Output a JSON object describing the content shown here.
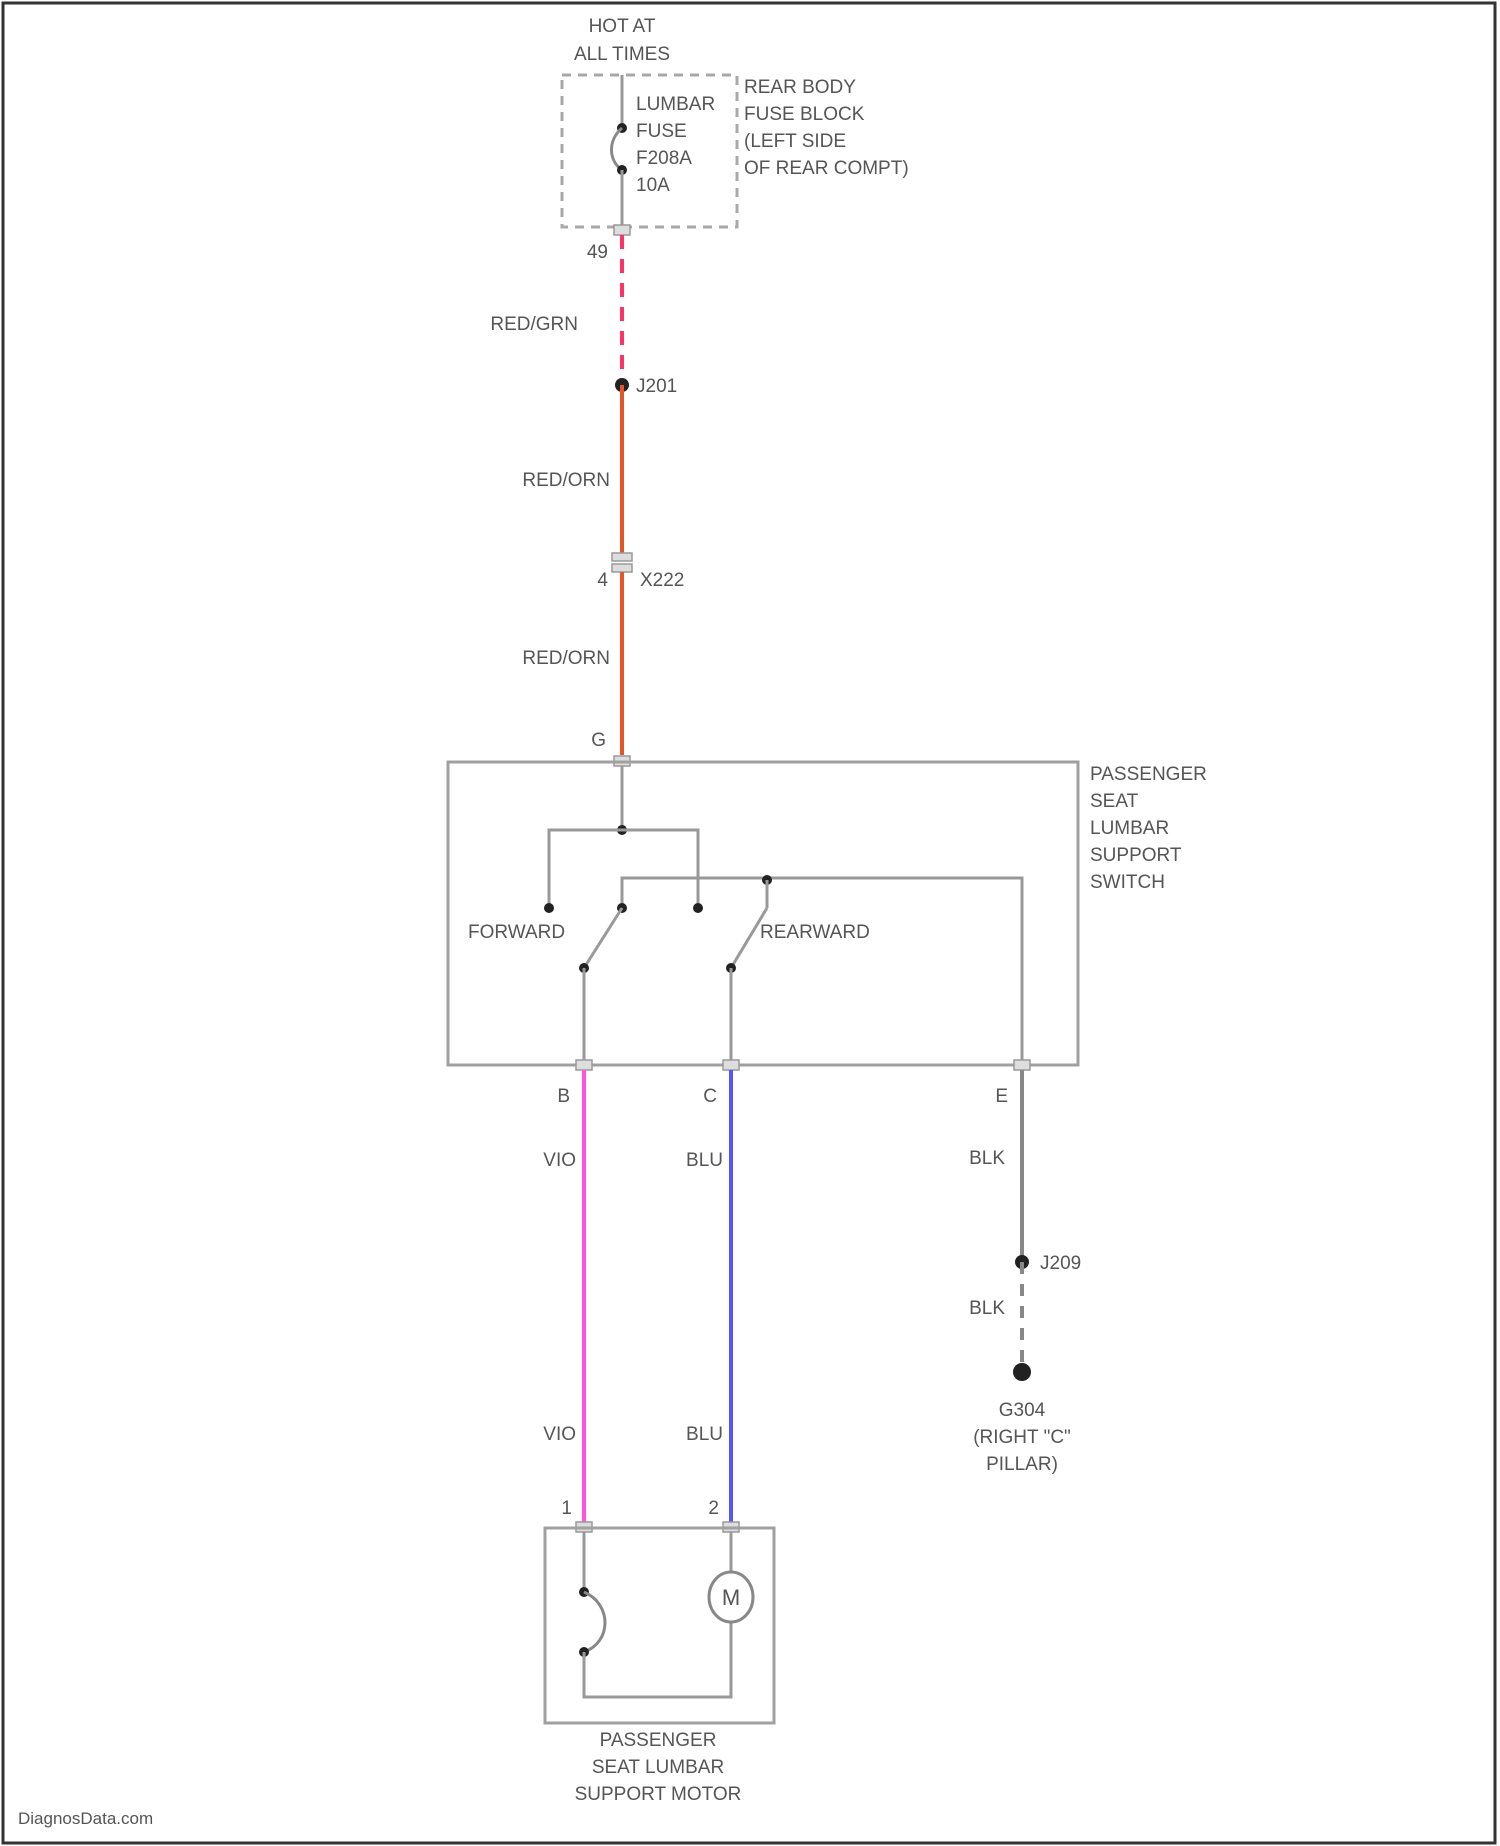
{
  "source": {
    "label": "HOT AT ALL TIMES",
    "lines": [
      "HOT AT",
      "ALL TIMES"
    ]
  },
  "fuse": {
    "lines": [
      "LUMBAR",
      "FUSE",
      "F208A",
      "10A"
    ]
  },
  "fuse_block": {
    "lines": [
      "REAR BODY",
      "FUSE BLOCK",
      "(LEFT SIDE",
      "OF REAR COMPT)"
    ]
  },
  "pins": {
    "fuse_out": "49",
    "x222": "4",
    "switch_in": "G",
    "switch_b": "B",
    "switch_c": "C",
    "switch_e": "E",
    "motor_1": "1",
    "motor_2": "2"
  },
  "splices": {
    "j201": "J201",
    "j209": "J209"
  },
  "connectors": {
    "x222": "X222"
  },
  "wires": [
    {
      "id": "w1",
      "label": "RED/GRN",
      "color": "#ff3366"
    },
    {
      "id": "w2",
      "label": "RED/ORN",
      "color": "#e2562a"
    },
    {
      "id": "w3",
      "label": "RED/ORN",
      "color": "#e2562a"
    },
    {
      "id": "w4",
      "label": "VIO",
      "color": "#ff55dd"
    },
    {
      "id": "w5",
      "label": "BLU",
      "color": "#5555ff"
    },
    {
      "id": "w6",
      "label": "BLK",
      "color": "#888888"
    },
    {
      "id": "w7",
      "label": "BLK",
      "color": "#888888"
    }
  ],
  "wire_labels": {
    "red_grn": "RED/GRN",
    "red_orn_1": "RED/ORN",
    "red_orn_2": "RED/ORN",
    "vio_top": "VIO",
    "vio_bottom": "VIO",
    "blu_top": "BLU",
    "blu_bottom": "BLU",
    "blk_top": "BLK",
    "blk_bottom": "BLK"
  },
  "switch": {
    "lines": [
      "PASSENGER",
      "SEAT",
      "LUMBAR",
      "SUPPORT",
      "SWITCH"
    ],
    "forward": "FORWARD",
    "rearward": "REARWARD"
  },
  "ground": {
    "lines": [
      "G304",
      "(RIGHT \"C\"",
      "PILLAR)"
    ]
  },
  "motor": {
    "symbol": "M",
    "lines": [
      "PASSENGER",
      "SEAT LUMBAR",
      "SUPPORT MOTOR"
    ]
  },
  "watermark": "DiagnosData.com"
}
